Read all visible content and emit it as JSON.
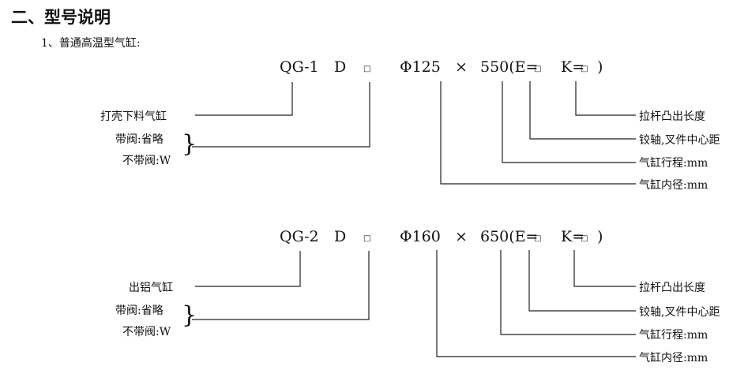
{
  "section_title": "二、型号说明",
  "subsection_title": "1、普通高温型气缸:",
  "models": [
    {
      "prefix": "QG-1",
      "series": "D",
      "box": "□",
      "diameter": "Φ125",
      "times": "×",
      "stroke_open": "550(E=",
      "k_label": "K=",
      "close": ")",
      "left_label": "打壳下料气缸",
      "valve_with": "带阀:省略",
      "valve_without": "不带阀:W",
      "right_labels": [
        "拉杆凸出长度",
        "铰轴,叉件中心距",
        "气缸行程:mm",
        "气缸内径:mm"
      ]
    },
    {
      "prefix": "QG-2",
      "series": "D",
      "box": "□",
      "diameter": "Φ160",
      "times": "×",
      "stroke_open": "650(E=",
      "k_label": "K=",
      "close": ")",
      "left_label": "出铝气缸",
      "valve_with": "带阀:省略",
      "valve_without": "不带阀:W",
      "right_labels": [
        "拉杆凸出长度",
        "铰轴,叉件中心距",
        "气缸行程:mm",
        "气缸内径:mm"
      ]
    }
  ]
}
